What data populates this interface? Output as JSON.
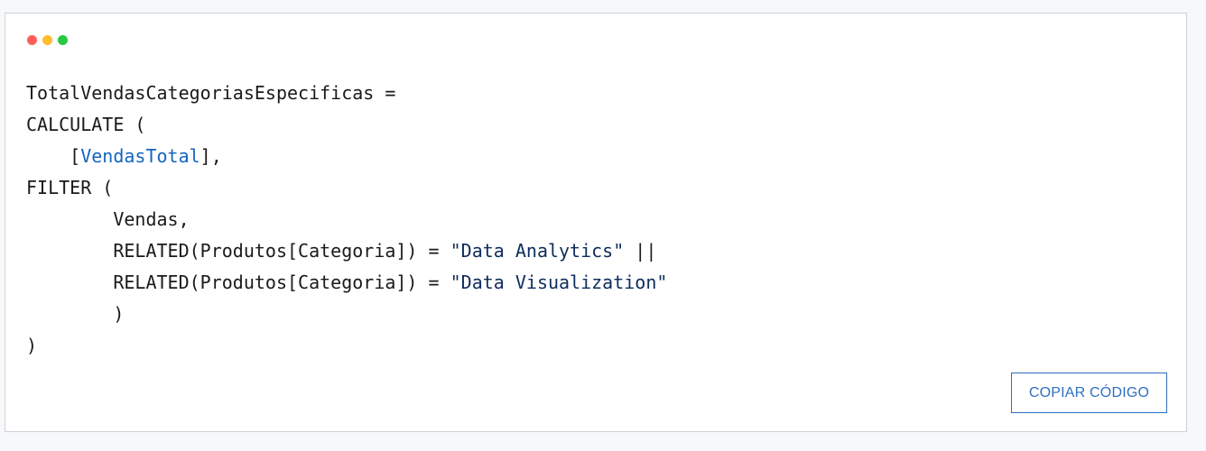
{
  "window_controls": {
    "colors": {
      "close": "#ff5f57",
      "minimize": "#febc2e",
      "maximize": "#28c840"
    }
  },
  "code": {
    "line1": "TotalVendasCategoriasEspecificas =",
    "line2": "CALCULATE (",
    "line3_indent": "    [",
    "line3_ref": "VendasTotal",
    "line3_end": "],",
    "line4": "FILTER (",
    "line5": "        Vendas,",
    "line6_pre": "        RELATED(Produtos[Categoria]) = ",
    "line6_str": "\"Data Analytics\"",
    "line6_post": " ||",
    "line7_pre": "        RELATED(Produtos[Categoria]) = ",
    "line7_str": "\"Data Visualization\"",
    "line8": "        )",
    "line9": ")"
  },
  "copy_button": {
    "label": "COPIAR CÓDIGO"
  },
  "colors": {
    "accent": "#2f6fc0",
    "measure_ref": "#1565c0",
    "string": "#0d2c5c"
  }
}
